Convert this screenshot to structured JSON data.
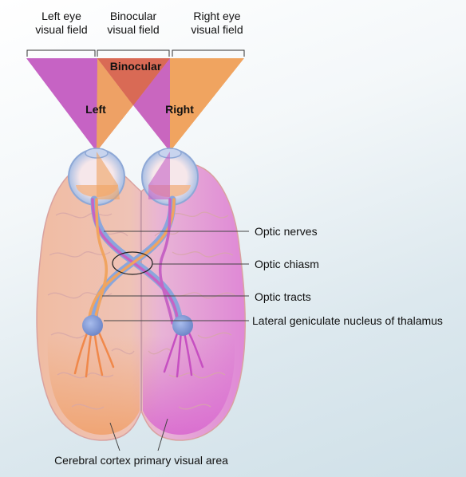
{
  "fields": {
    "left": [
      "Left eye",
      "visual field"
    ],
    "binocular": [
      "Binocular",
      "visual field"
    ],
    "right": [
      "Right eye",
      "visual field"
    ]
  },
  "cone_labels": {
    "binocular": "Binocular",
    "left": "Left",
    "right": "Right"
  },
  "callouts": {
    "optic_nerves": "Optic nerves",
    "optic_chiasm": "Optic chiasm",
    "optic_tracts": "Optic tracts",
    "lgn": "Lateral geniculate nucleus of thalamus",
    "cortex": "Cerebral cortex primary visual area"
  },
  "colors": {
    "left_field": "#c25fc0",
    "right_field": "#ef9d55",
    "brain_left": "#f0b894",
    "brain_right": "#e28ad8",
    "lgn": "#7f9ad6",
    "eye": "#9fb6dc"
  }
}
